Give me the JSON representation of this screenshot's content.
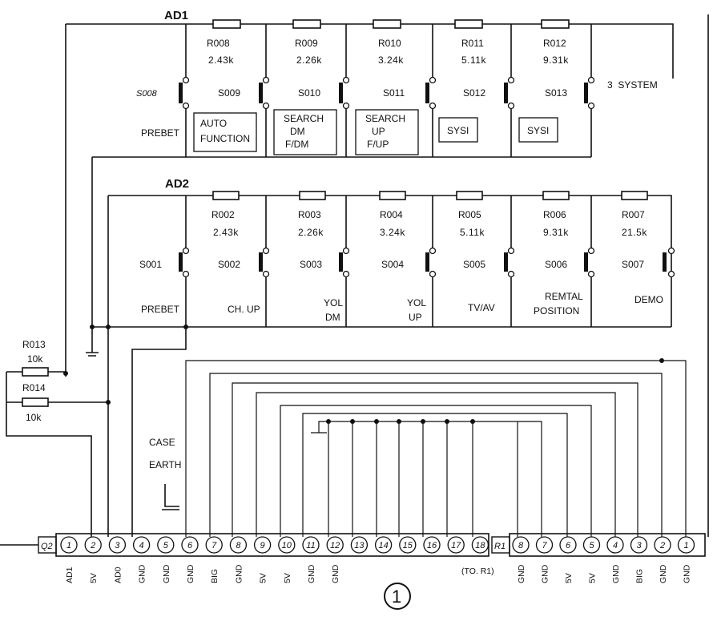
{
  "title_mark": "①",
  "ad1": {
    "label": "AD1",
    "resistors": [
      {
        "id": "R008",
        "value": "2.43k"
      },
      {
        "id": "R009",
        "value": "2.26k"
      },
      {
        "id": "R010",
        "value": "3.24k"
      },
      {
        "id": "R011",
        "value": "5.11k"
      },
      {
        "id": "R012",
        "value": "9.31k"
      }
    ],
    "switches": [
      "S008",
      "S009",
      "S010",
      "S011",
      "S012",
      "S013"
    ],
    "side_label": "PREBET",
    "extra_label": "3  SYSTEM",
    "boxes": [
      [
        "AUTO",
        "FUNCTION"
      ],
      [
        "SEARCH",
        "DM",
        "F/DM"
      ],
      [
        "SEARCH",
        "UP",
        "F/UP"
      ],
      [
        "SYSI"
      ],
      [
        "SYSI"
      ]
    ]
  },
  "ad2": {
    "label": "AD2",
    "resistors": [
      {
        "id": "R002",
        "value": "2.43k"
      },
      {
        "id": "R003",
        "value": "2.26k"
      },
      {
        "id": "R004",
        "value": "3.24k"
      },
      {
        "id": "R005",
        "value": "5.11k"
      },
      {
        "id": "R006",
        "value": "9.31k"
      },
      {
        "id": "R007",
        "value": "21.5k"
      }
    ],
    "switches": [
      "S001",
      "S002",
      "S003",
      "S004",
      "S005",
      "S006",
      "S007"
    ],
    "functions": [
      [
        "PREBET"
      ],
      [
        "CH. UP"
      ],
      [
        "YOL",
        "DM"
      ],
      [
        "YOL",
        "UP"
      ],
      [
        "TV/AV"
      ],
      [
        "REMTAL",
        "POSITION"
      ],
      [
        "DEMO"
      ]
    ]
  },
  "pull_resistors": [
    {
      "id": "R013",
      "value": "10k"
    },
    {
      "id": "R014",
      "value": "10k"
    }
  ],
  "case_earth": [
    "CASE",
    "EARTH"
  ],
  "connector_q2": {
    "name": "Q2",
    "pins": [
      "1",
      "2",
      "3",
      "4",
      "5",
      "6",
      "7",
      "8",
      "9",
      "10",
      "11",
      "12",
      "13",
      "14",
      "15",
      "16",
      "17",
      "18"
    ],
    "names": [
      "AD1",
      "5V",
      "AD0",
      "GND",
      "GND",
      "GND",
      "BIG",
      "GND",
      "5V",
      "5V",
      "GND",
      "GND",
      "",
      "",
      "",
      "",
      "",
      ""
    ],
    "note": "(TO. R1)"
  },
  "connector_r1": {
    "name": "R1",
    "pins": [
      "8",
      "7",
      "6",
      "5",
      "4",
      "3",
      "2",
      "1"
    ],
    "names": [
      "GND",
      "GND",
      "5V",
      "5V",
      "GND",
      "BIG",
      "GND",
      "GND"
    ]
  }
}
